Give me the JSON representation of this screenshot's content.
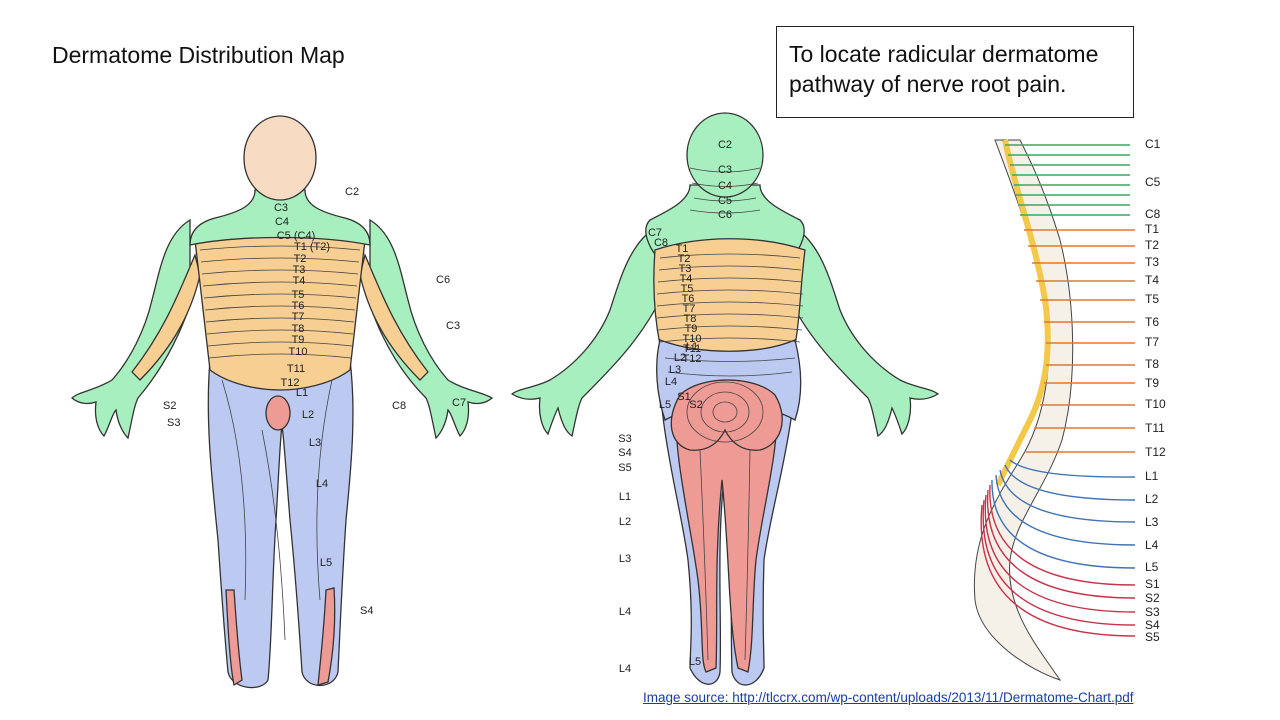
{
  "slide": {
    "title": "Dermatome Distribution Map",
    "note": "To locate radicular dermatome pathway of nerve root pain.",
    "source": "Image source: http://tlccrx.com/wp-content/uploads/2013/11/Dermatome-Chart.pdf"
  },
  "colors": {
    "cervical": "#a8efc0",
    "thoracic": "#f7cf93",
    "lumbar": "#bccaf2",
    "sacral": "#ee9a95",
    "skin": "#f7dcc3",
    "spine_cord": "#f4c94a",
    "cervical_nerve": "#3aa760",
    "thoracic_nerve": "#e0792f",
    "lumbar_nerve": "#3f73b5",
    "sacral_nerve": "#c8324a"
  },
  "front": {
    "labels": [
      "C2",
      "C3",
      "C4",
      "C5 (C4)",
      "T1 (T2)",
      "T2",
      "T3",
      "T4",
      "T5",
      "T6",
      "T7",
      "T8",
      "T9",
      "T10",
      "T11",
      "T12",
      "L1",
      "L2",
      "L3",
      "L4",
      "L5",
      "C6",
      "C3",
      "C7",
      "C8",
      "S2",
      "S3",
      "S4"
    ]
  },
  "back": {
    "labels": [
      "C2",
      "C3",
      "C4",
      "C5",
      "C6",
      "C7",
      "C8",
      "T1",
      "T2",
      "T3",
      "T4",
      "T5",
      "T6",
      "T7",
      "T8",
      "T9",
      "T10",
      "T11",
      "T12",
      "L1",
      "L2",
      "L3",
      "L4",
      "L5",
      "S1",
      "S2",
      "S3",
      "S4",
      "S5",
      "L1",
      "L2",
      "L3",
      "L4",
      "L4",
      "L5"
    ]
  },
  "spine": {
    "labels": [
      "C1",
      "C5",
      "C8",
      "T1",
      "T2",
      "T3",
      "T4",
      "T5",
      "T6",
      "T7",
      "T8",
      "T9",
      "T10",
      "T11",
      "T12",
      "L1",
      "L2",
      "L3",
      "L4",
      "L5",
      "S1",
      "S2",
      "S3",
      "S4",
      "S5"
    ]
  }
}
